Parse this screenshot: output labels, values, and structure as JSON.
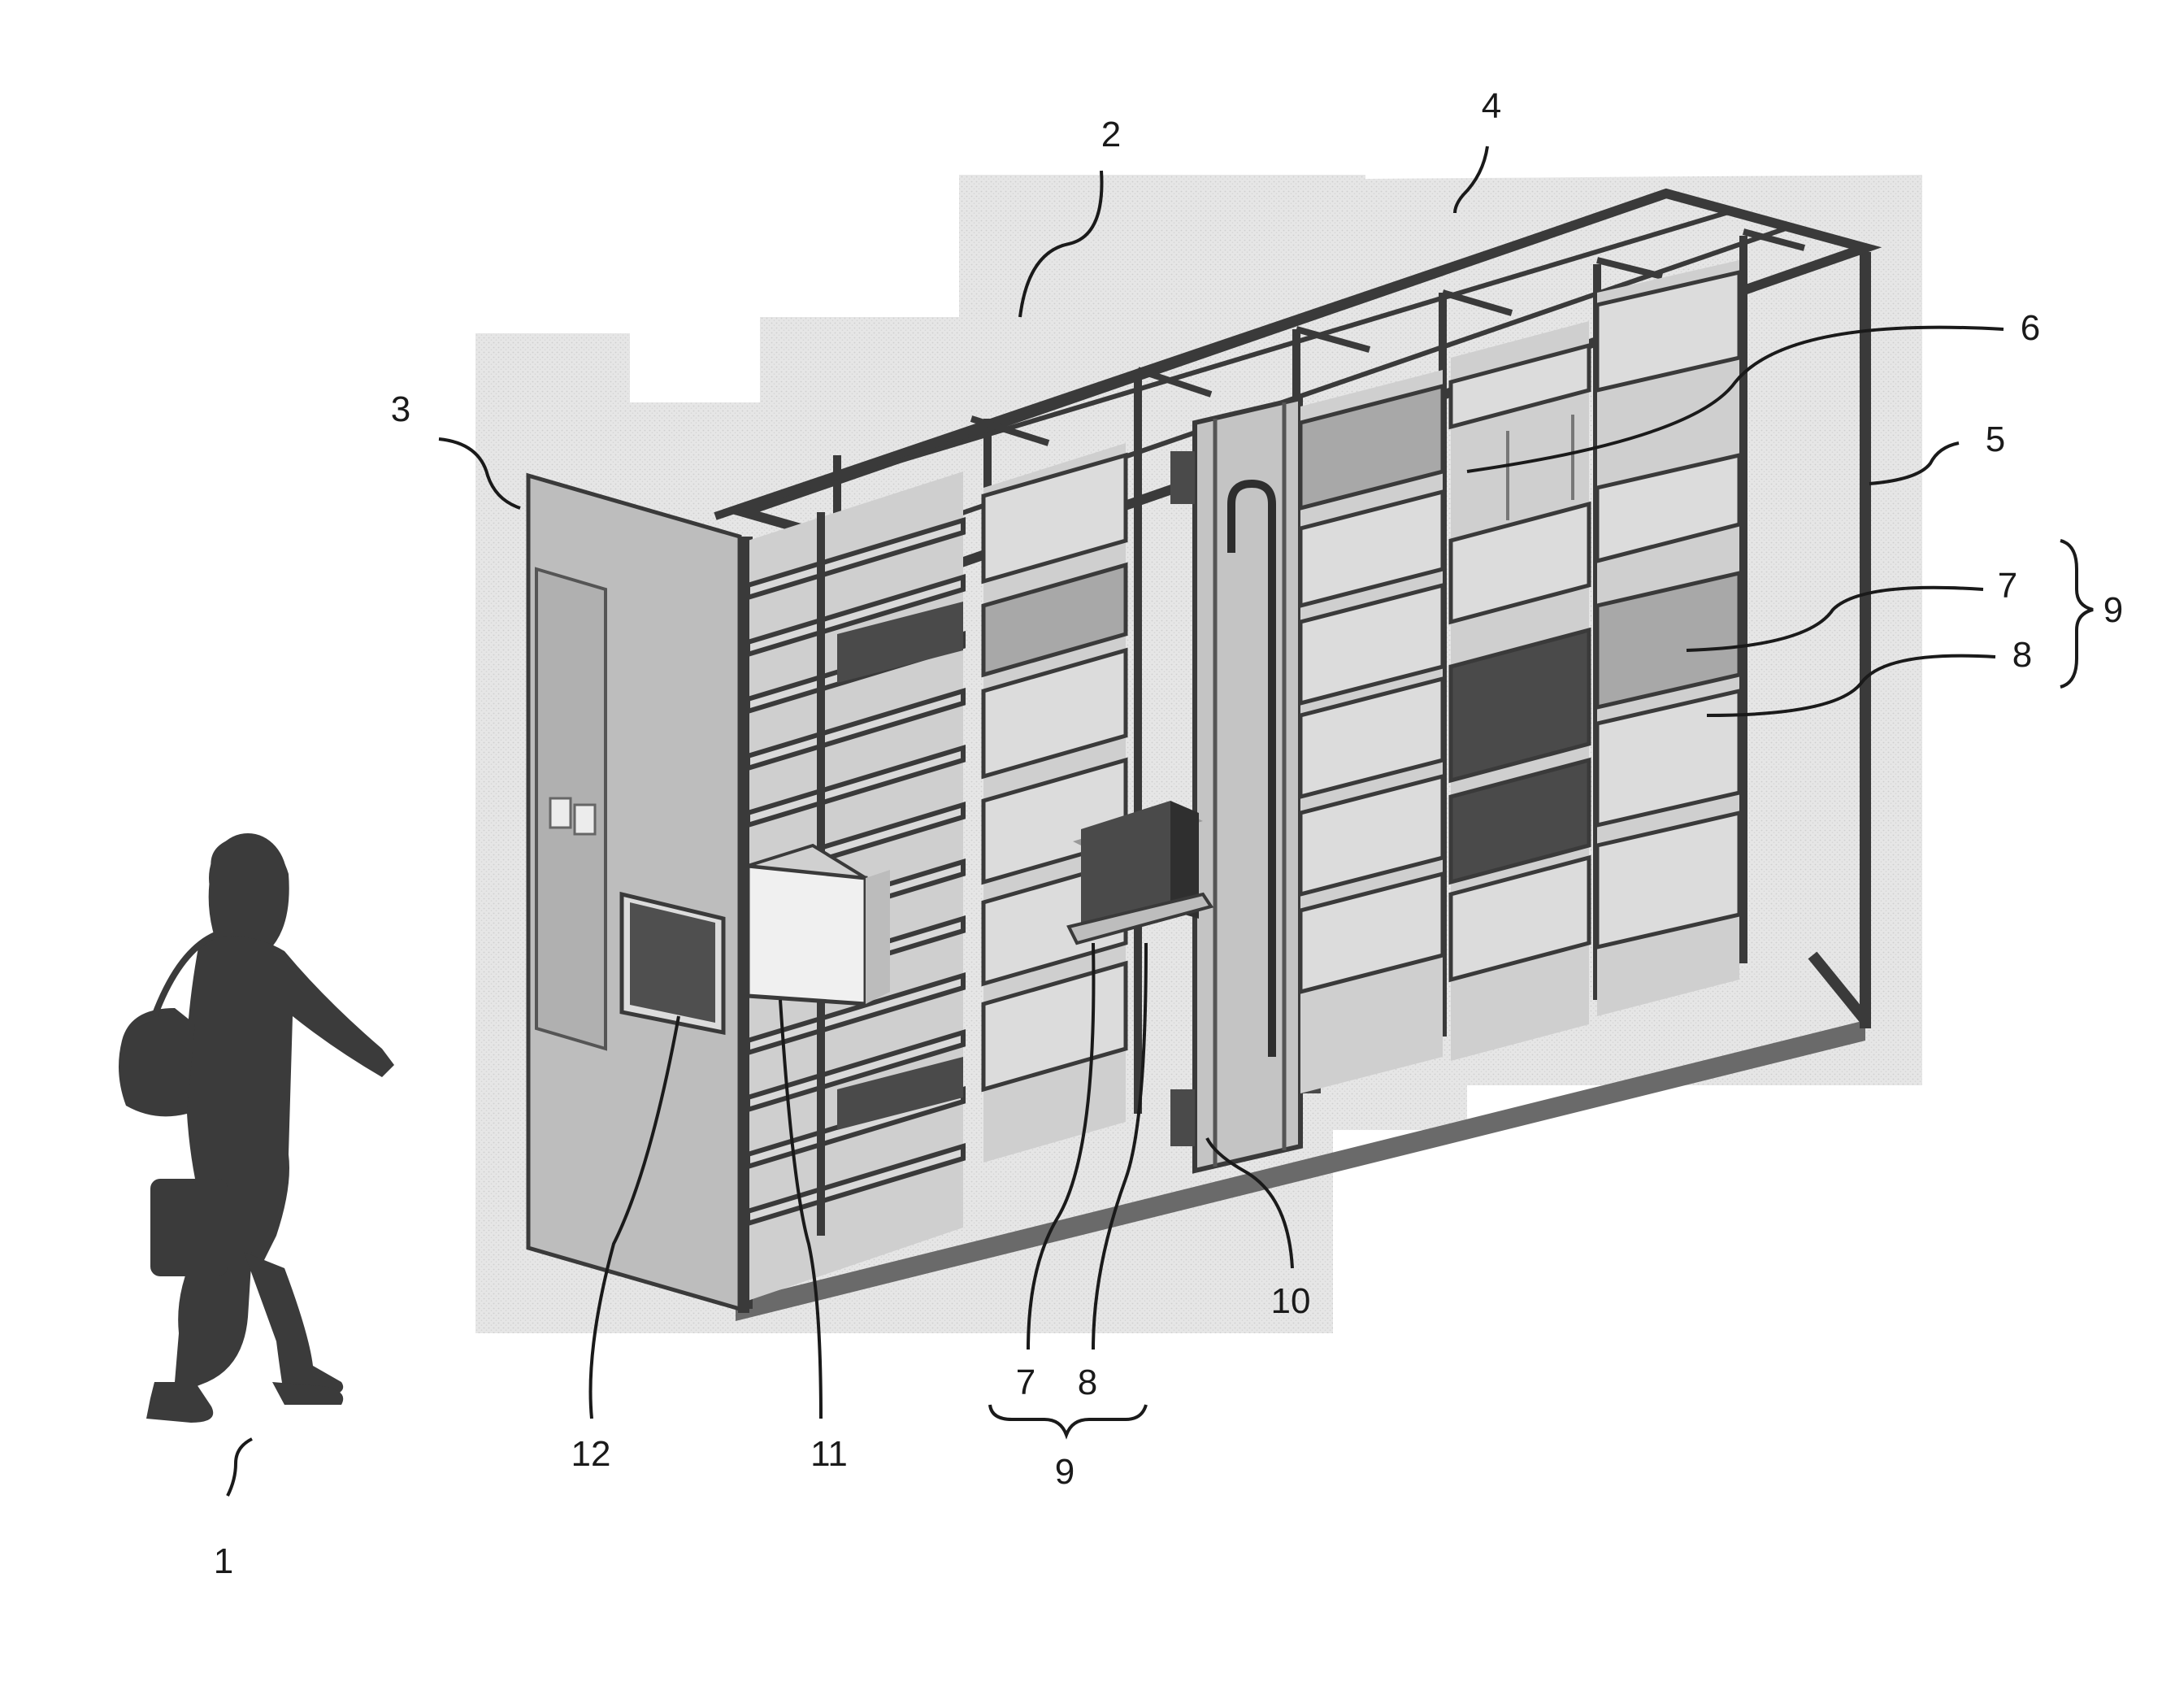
{
  "labels": {
    "person": "1",
    "top": "2",
    "end_panel": "3",
    "frame": "4",
    "frame_right": "5",
    "shelf_slot": "6",
    "tray_right": "7",
    "shelf_right": "8",
    "unit_right": "9",
    "lift": "10",
    "drawer": "11",
    "window": "12",
    "tray_bottom": "7",
    "shelf_bottom": "8",
    "unit_bottom": "9"
  },
  "colors": {
    "ink": "#1a1a1a",
    "background_shade": "#e3e3e3",
    "panel": "#bdbdbd",
    "frame": "#3a3a3a",
    "bin_light": "#dcdcdc",
    "bin_mid": "#a8a8a8",
    "bin_dark": "#4a4a4a",
    "person": "#3b3b3b"
  },
  "icons": {
    "person": "walking-person-silhouette",
    "handbag": "handbag-icon"
  }
}
